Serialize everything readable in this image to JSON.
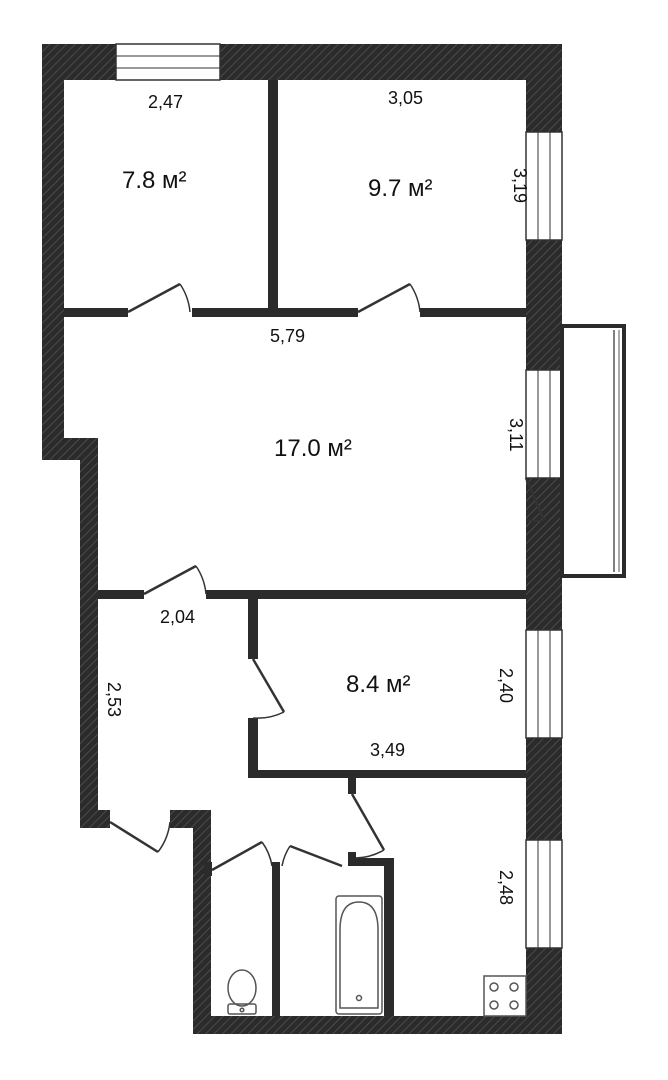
{
  "rooms": {
    "bedroom_1": {
      "area": "7.8 м²",
      "width": "2,47"
    },
    "bedroom_2": {
      "area": "9.7 м²",
      "width": "3,05",
      "depth": "3,19"
    },
    "living_room": {
      "area": "17.0 м²",
      "width": "5,79",
      "depth": "3,11"
    },
    "hallway": {
      "width": "2,04",
      "depth": "2,53"
    },
    "kitchen": {
      "area": "8.4 м²",
      "width": "3,49",
      "depth": "2,40"
    },
    "bathroom_corridor": {
      "depth": "2,48"
    }
  },
  "colors": {
    "wall": "#2b2b2b",
    "wall_hatch": "#555555",
    "window": "#ffffff",
    "line": "#333333"
  }
}
